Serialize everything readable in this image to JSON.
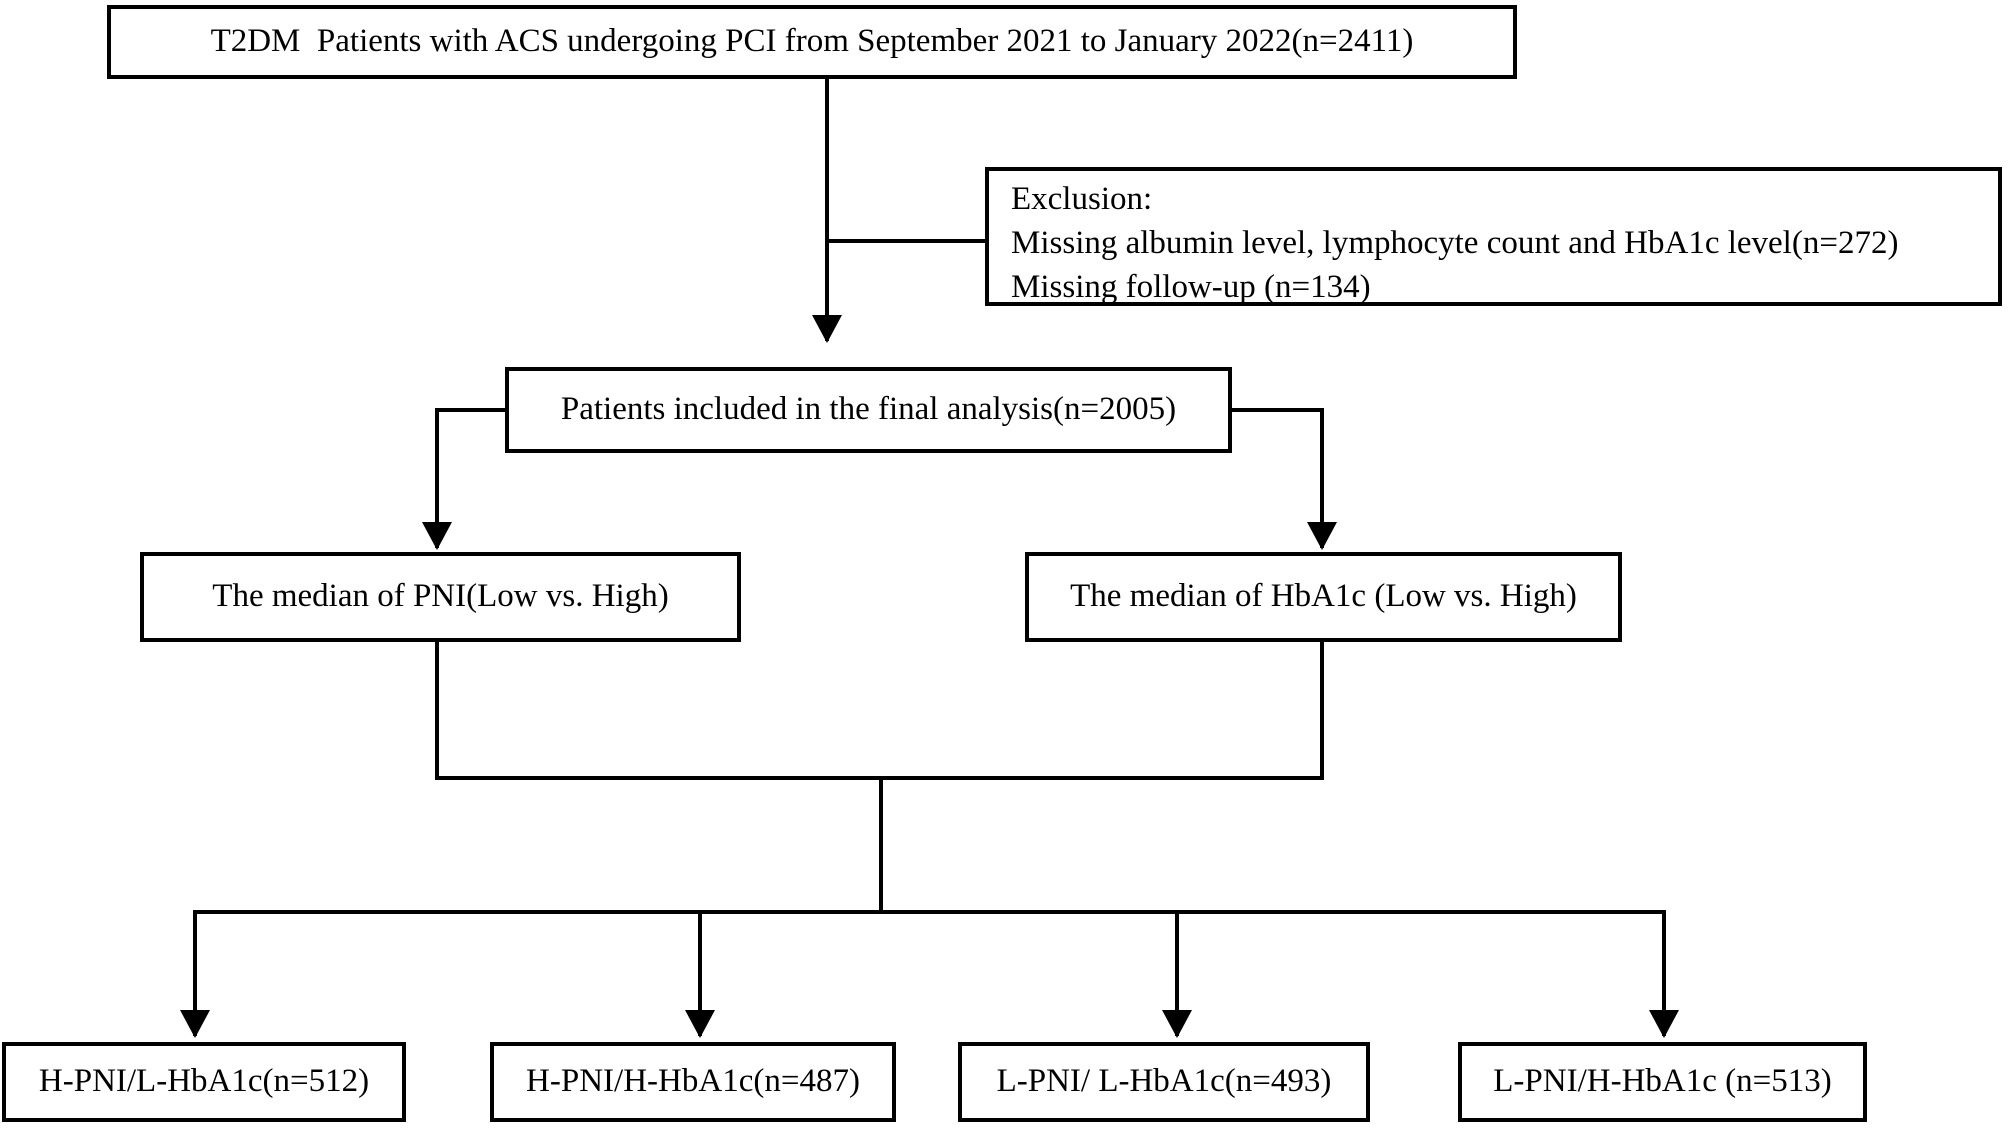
{
  "diagram": {
    "colors": {
      "background": "#ffffff",
      "line": "#000000",
      "text": "#000000"
    },
    "boxes": {
      "top": "T2DM  Patients with ACS undergoing PCI from September 2021 to January 2022(n=2411)",
      "exclusion": {
        "line1": "Exclusion:",
        "line2": "Missing albumin level, lymphocyte count and HbA1c level(n=272)",
        "line3": "Missing follow-up (n=134)"
      },
      "included": "Patients included in the final analysis(n=2005)",
      "pni_median": "The median of PNI(Low vs. High)",
      "hba1c_median": "The median of HbA1c (Low vs. High)",
      "group1": "H-PNI/L-HbA1c(n=512)",
      "group2": "H-PNI/H-HbA1c(n=487)",
      "group3": "L-PNI/ L-HbA1c(n=493)",
      "group4": "L-PNI/H-HbA1c (n=513)"
    }
  }
}
